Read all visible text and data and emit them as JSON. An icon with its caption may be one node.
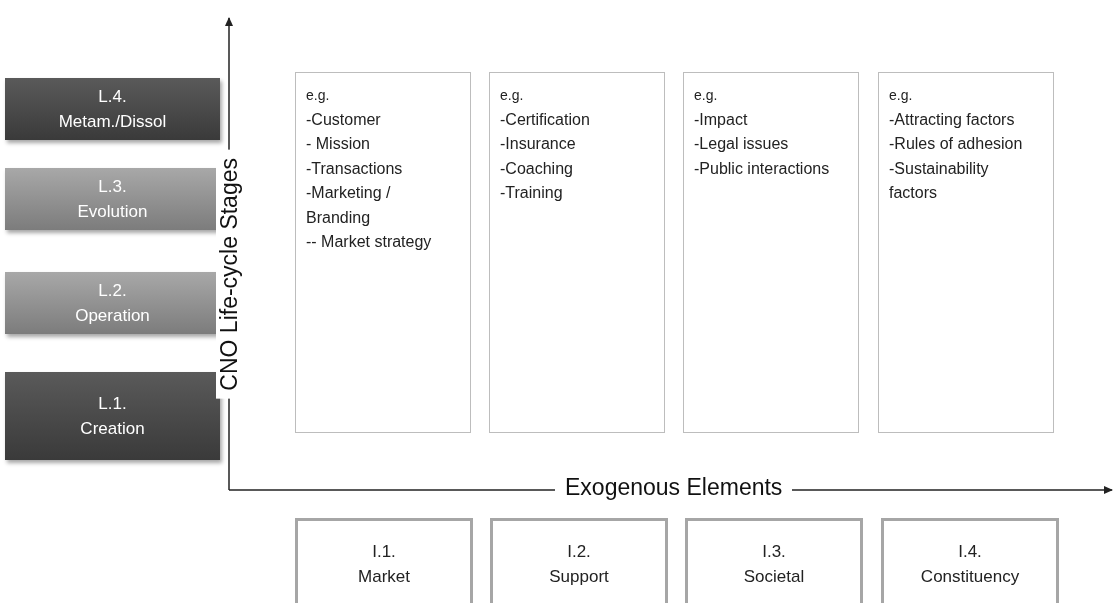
{
  "diagram": {
    "nodes": [
      {
        "text": [
          "L.4.",
          "Metam./Dissol"
        ]
      },
      {
        "text": [
          "L.3.",
          "Evolution"
        ]
      },
      {
        "text": [
          "L.2.",
          "Operation"
        ]
      },
      {
        "text": [
          "L.1.",
          "Creation"
        ]
      },
      {
        "text": [
          "e.g.",
          "-Customer",
          "- Mission",
          "-Transactions",
          "-Marketing / Branding",
          "-- Market strategy"
        ]
      },
      {
        "text": [
          "e.g.",
          "-Certification",
          "-Insurance",
          "-Coaching",
          "-Training"
        ]
      },
      {
        "text": [
          "e.g.",
          "-Impact",
          "-Legal issues",
          "-Public interactions"
        ]
      },
      {
        "text": [
          "e.g.",
          "-Attracting factors",
          "-Rules of adhesion",
          "-Sustainability factors"
        ]
      },
      {
        "text": [
          "I.1.",
          "Market"
        ]
      },
      {
        "text": [
          "I.2.",
          "Support"
        ]
      },
      {
        "text": [
          "I.3.",
          "Societal"
        ]
      },
      {
        "text": [
          "I.4.",
          "Constituency"
        ]
      }
    ],
    "edges": [],
    "labels": [
      "CNO Life-cycle Stages",
      "Exogenous Elements"
    ]
  }
}
